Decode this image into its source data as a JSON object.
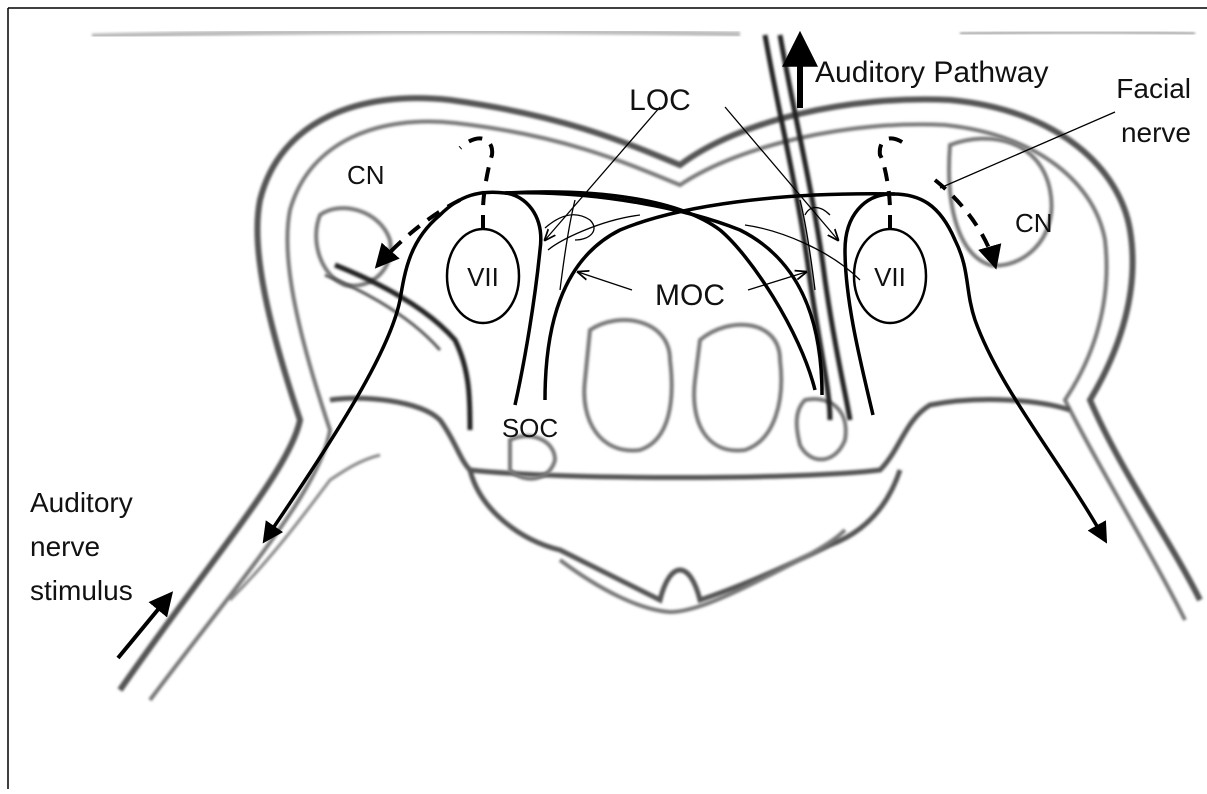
{
  "labels": {
    "auditory_pathway": "Auditory Pathway",
    "loc": "LOC",
    "moc": "MOC",
    "facial_nerve_line1": "Facial",
    "facial_nerve_line2": "nerve",
    "cn_left": "CN",
    "cn_right": "CN",
    "vii_left": "VII",
    "vii_right": "VII",
    "soc": "SOC",
    "auditory_nerve_line1": "Auditory",
    "auditory_nerve_line2": "nerve",
    "auditory_nerve_line3": "stimulus"
  }
}
